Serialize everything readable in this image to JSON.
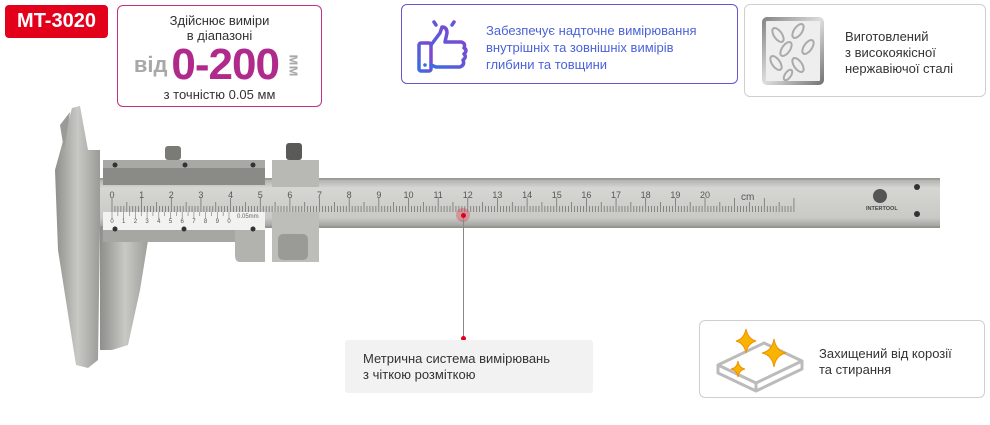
{
  "badge": {
    "model": "MT-3020"
  },
  "range": {
    "line1": "Здійснює виміри",
    "line2": "в діапазоні",
    "from": "від",
    "value": "0-200",
    "unit": "мм",
    "accuracy": "з точністю 0.05 мм"
  },
  "features": [
    {
      "icon": "thumbs-up-icon",
      "lines": [
        "Забезпечує надточне вимірювання",
        "внутрішніх та зовнішніх вимірів",
        "глибини та товщини"
      ]
    },
    {
      "icon": "steel-texture-icon",
      "lines": [
        "Виготовлений",
        "з високоякісної",
        "нержавіючої сталі"
      ]
    },
    {
      "icon": "sparkle-surface-icon",
      "lines": [
        "Захищений від корозії",
        "та стирання"
      ]
    }
  ],
  "callout": {
    "lines": [
      "Метрична система вимірювань",
      "з чіткою розміткою"
    ]
  },
  "caliper": {
    "main_scale": [
      "0",
      "1",
      "2",
      "3",
      "4",
      "5",
      "6",
      "7",
      "8",
      "9",
      "10",
      "11",
      "12",
      "13",
      "14",
      "15",
      "16",
      "17",
      "18",
      "19",
      "20"
    ],
    "unit_label": "cm",
    "vernier_scale": [
      "0",
      "1",
      "2",
      "3",
      "4",
      "5",
      "6",
      "7",
      "8",
      "9",
      "0"
    ],
    "vernier_label": "0.05mm",
    "brand": "INTERTOOL"
  },
  "colors": {
    "badge": "#e2001a",
    "accent_magenta": "#b02a8c",
    "accent_blue": "#4a63d8",
    "marker": "#e2001a"
  }
}
